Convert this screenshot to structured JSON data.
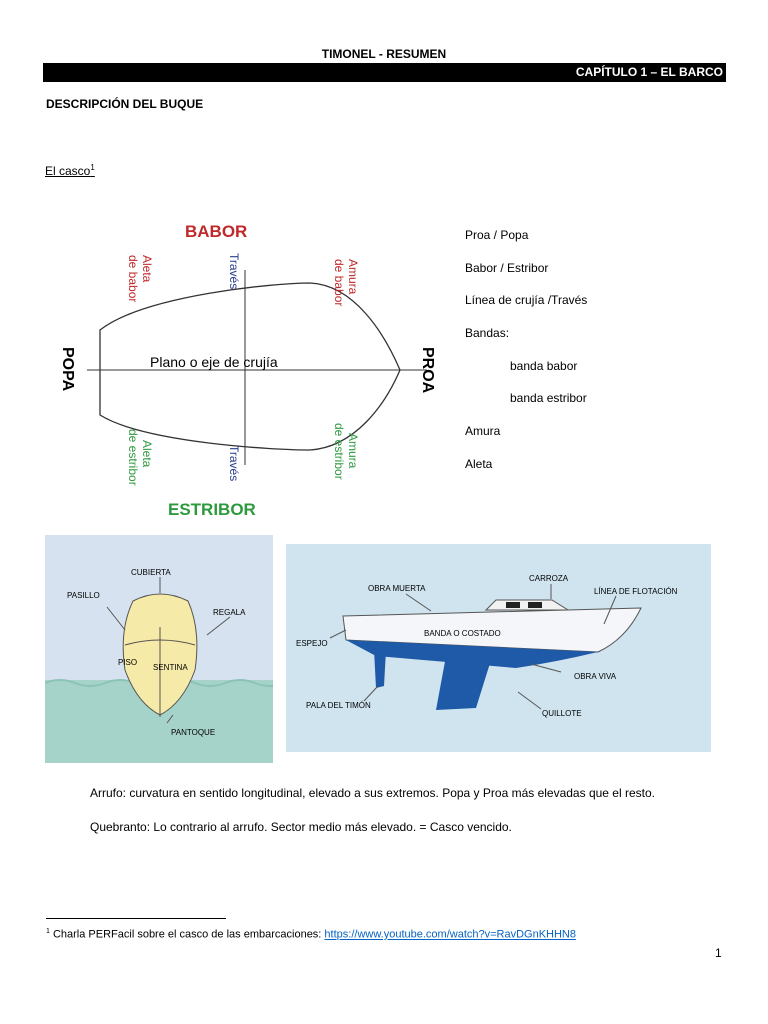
{
  "header": {
    "title": "TIMONEL - RESUMEN",
    "chapter": "CAPÍTULO 1 – EL BARCO"
  },
  "section_title": "DESCRIPCIÓN DEL BUQUE",
  "subsection": {
    "title": "El casco",
    "footnote_ref": "1"
  },
  "diagram_top": {
    "babor": "BABOR",
    "estribor": "ESTRIBOR",
    "popa": "POPA",
    "proa": "PROA",
    "plano": "Plano o eje de crujía",
    "traves": "Través",
    "aleta": "Aleta",
    "de_babor": "de babor",
    "de_estribor": "de estribor",
    "amura": "Amura",
    "colors": {
      "red": "#c0282a",
      "green": "#2e9a3e",
      "blue": "#2a3f8f"
    }
  },
  "terms": [
    "Proa / Popa",
    "Babor / Estribor",
    "Línea de crujía /Través",
    "Bandas:",
    "banda babor",
    "banda estribor",
    "Amura",
    "Aleta"
  ],
  "diagram_section": {
    "labels": {
      "cubierta": "CUBIERTA",
      "pasillo": "PASILLO",
      "regala": "REGALA",
      "piso": "PISO",
      "sentina": "SENTINA",
      "pantoque": "PANTOQUE"
    }
  },
  "diagram_side": {
    "labels": {
      "carroza": "CARROZA",
      "obra_muerta": "OBRA MUERTA",
      "linea_flotacion": "LÍNEA DE FLOTACIÓN",
      "espejo": "ESPEJO",
      "banda_costado": "BANDA O COSTADO",
      "obra_viva": "OBRA VIVA",
      "pala_timon": "PALA DEL TIMÓN",
      "quillote": "QUILLOTE"
    }
  },
  "paragraphs": {
    "arrufo": "Arrufo: curvatura en sentido longitudinal, elevado a sus extremos. Popa y Proa más elevadas que el resto.",
    "quebranto": "Quebranto: Lo contrario al arrufo. Sector medio más elevado. = Casco vencido."
  },
  "footnote": {
    "num": "1",
    "text": " Charla PERFacil sobre el casco de las embarcaciones: ",
    "link": "https://www.youtube.com/watch?v=RavDGnKHHN8"
  },
  "page_number": "1"
}
